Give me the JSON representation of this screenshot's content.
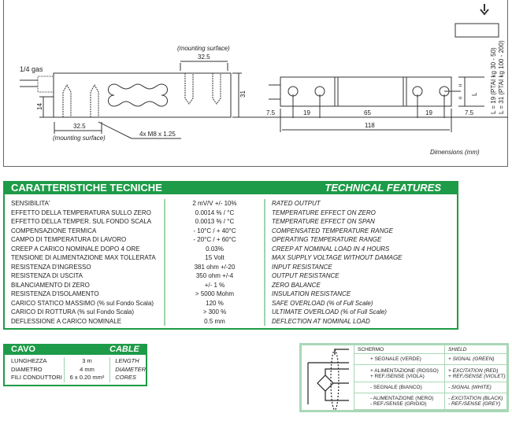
{
  "drawing": {
    "gas": "1/4 gas",
    "mount_top": "(mounting surface)",
    "mount_bottom": "(mounting surface)",
    "dim_32_top": "32.5",
    "dim_32_bottom": "32.5",
    "dim_14": "14",
    "dim_31": "31",
    "thread": "4x M8 x 1.25",
    "d75a": "7.5",
    "d19a": "19",
    "d65": "65",
    "d19b": "19",
    "d75b": "7.5",
    "d118": "118",
    "L": "L",
    "eq1": "=",
    "eq2": "=",
    "l19": "L = 19 (PTAI kg 30 - 50)",
    "l31": "L = 31 (PTAI kg 100 - 200)",
    "dimensions": "Dimensions (mm)"
  },
  "spec": {
    "title_it": "CARATTERISTICHE TECNICHE",
    "title_en": "TECHNICAL FEATURES",
    "rows": [
      {
        "it": "SENSIBILITA'",
        "val": "2 mV/V  +/- 10%",
        "en": "RATED OUTPUT"
      },
      {
        "it": "EFFETTO DELLA TEMPERATURA SULLO ZERO",
        "val": "0.0014 % / °C",
        "en": "TEMPERATURE EFFECT ON ZERO"
      },
      {
        "it": "EFFETTO DELLA TEMPER. SUL FONDO SCALA",
        "val": "0.0013 % / °C",
        "en": "TEMPERATURE EFFECT ON SPAN"
      },
      {
        "it": "COMPENSAZIONE TERMICA",
        "val": "- 10°C / + 40°C",
        "en": "COMPENSATED TEMPERATURE RANGE"
      },
      {
        "it": "CAMPO DI TEMPERATURA DI LAVORO",
        "val": "- 20°C / + 60°C",
        "en": "OPERATING TEMPERATURE RANGE"
      },
      {
        "it": "CREEP A CARICO NOMINALE DOPO 4 ORE",
        "val": "0.03%",
        "en": "CREEP AT NOMINAL LOAD IN 4 HOURS"
      },
      {
        "it": "TENSIONE DI ALIMENTAZIONE MAX TOLLERATA",
        "val": "15 Volt",
        "en": "MAX SUPPLY VOLTAGE WITHOUT DAMAGE"
      },
      {
        "it": "RESISTENZA D'INGRESSO",
        "val": "381 ohm +/-20",
        "en": "INPUT RESISTANCE"
      },
      {
        "it": "RESISTENZA DI USCITA",
        "val": "350 ohm +/-4",
        "en": "OUTPUT RESISTANCE"
      },
      {
        "it": "BILANCIAMENTO DI ZERO",
        "val": "+/- 1 %",
        "en": "ZERO BALANCE"
      },
      {
        "it": "RESISTENZA D'ISOLAMENTO",
        "val": "> 5000 Mohm",
        "en": "INSULATION RESISTANCE"
      },
      {
        "it": "CARICO STATICO MASSIMO (% sul Fondo Scala)",
        "val": "120 %",
        "en": "SAFE OVERLOAD (% of Full Scale)"
      },
      {
        "it": "CARICO DI ROTTURA (% sul Fondo Scala)",
        "val": "> 300 %",
        "en": "ULTIMATE OVERLOAD (% of Full Scale)"
      },
      {
        "it": "DEFLESSIONE A CARICO NOMINALE",
        "val": "0.5 mm",
        "en": "DEFLECTION AT NOMINAL LOAD"
      }
    ]
  },
  "cable": {
    "title_it": "CAVO",
    "title_en": "CABLE",
    "rows": [
      {
        "it": "LUNGHEZZA",
        "val": "3 m",
        "en": "LENGTH"
      },
      {
        "it": "DIAMETRO",
        "val": "4 mm",
        "en": "DIAMETER"
      },
      {
        "it": "FILI CONDUTTORI",
        "val": "6 x 0.20 mm²",
        "en": "CORES"
      }
    ]
  },
  "wiring": {
    "rows": [
      {
        "it": [
          "SCHERMO"
        ],
        "en": [
          "SHIELD"
        ]
      },
      {
        "it": [
          "+ SEGNALE (VERDE)"
        ],
        "en": [
          "+ SIGNAL (GREEN)"
        ]
      },
      {
        "it": [
          "+ ALIMENTAZIONE (ROSSO)",
          "+ REF./SENSE (VIOLA)"
        ],
        "en": [
          "+ EXCITATION (RED)",
          "+ REF./SENSE (VIOLET)"
        ]
      },
      {
        "it": [
          "- SEGNALE (BIANCO)"
        ],
        "en": [
          "- SIGNAL (WHITE)"
        ]
      },
      {
        "it": [
          "- ALIMENTAZIONE (NERO)",
          "- REF./SENSE (GRIGIO)"
        ],
        "en": [
          "- EXCITATION (BLACK)",
          "- REF./SENSE (GREY)"
        ]
      }
    ]
  },
  "colors": {
    "green": "#1e9b48",
    "light_green": "#a9d8b6"
  }
}
